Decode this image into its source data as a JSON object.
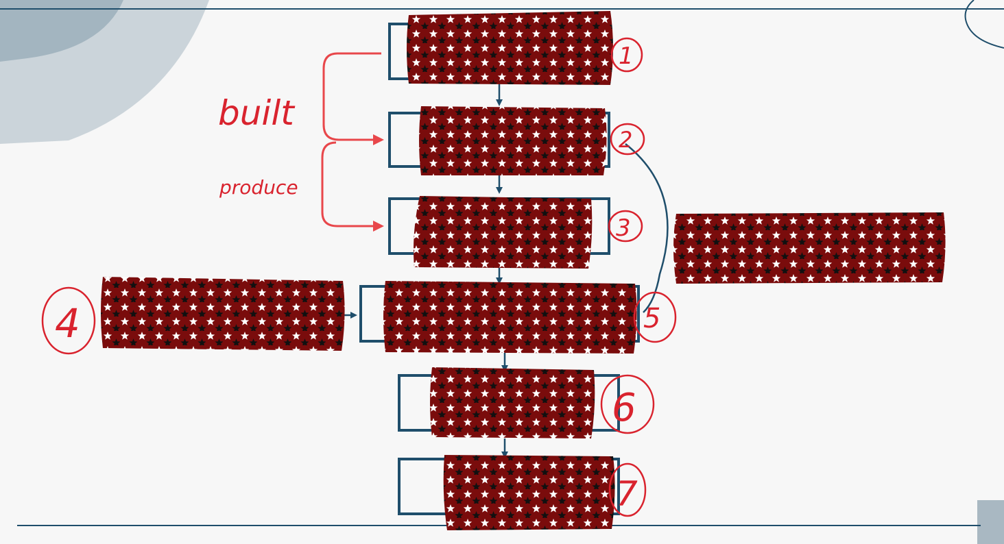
{
  "annotations": {
    "built": "built",
    "produce": "produce",
    "numbers": [
      "1",
      "2",
      "3",
      "4",
      "5",
      "6",
      "7"
    ]
  },
  "colors": {
    "ink": "#d9232e",
    "connector_red": "#e8474b",
    "frame": "#1f4e6b",
    "redaction": "#7a0c0c",
    "background": "#f7f7f7",
    "decor": "#9fb1bd"
  },
  "redaction_pattern": "stars"
}
